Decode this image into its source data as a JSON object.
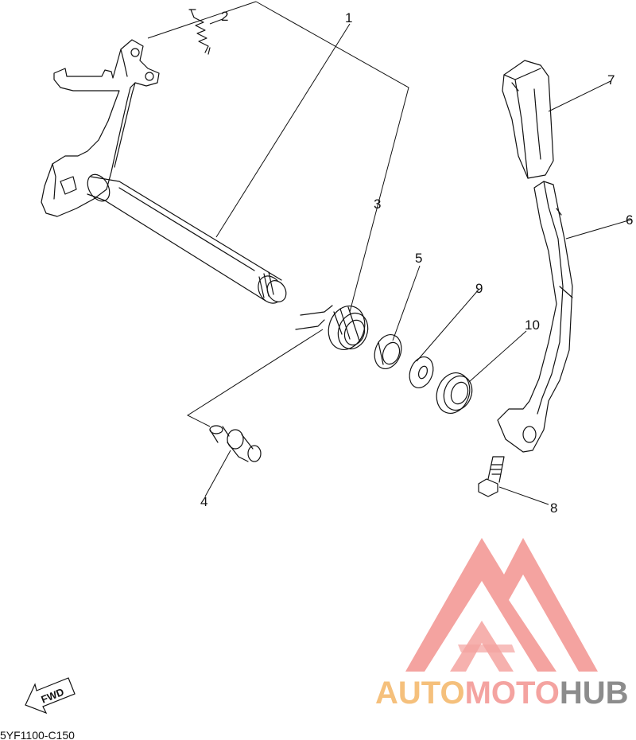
{
  "diagram": {
    "callouts": {
      "c1": "1",
      "c2": "2",
      "c3": "3",
      "c4": "4",
      "c5": "5",
      "c6": "6",
      "c7": "7",
      "c8": "8",
      "c9": "9",
      "c10": "10"
    },
    "fwd_label": "FWD",
    "diagram_code": "5YF1100-C150"
  },
  "watermark": {
    "word_part1": "AUTO",
    "word_part2": "MOTO",
    "word_part3": "HUB",
    "colors": {
      "part1": "#f5c07c",
      "part2": "#f4a3a0",
      "part3": "#8c8c8c",
      "emblem": "#f4a3a0"
    }
  }
}
